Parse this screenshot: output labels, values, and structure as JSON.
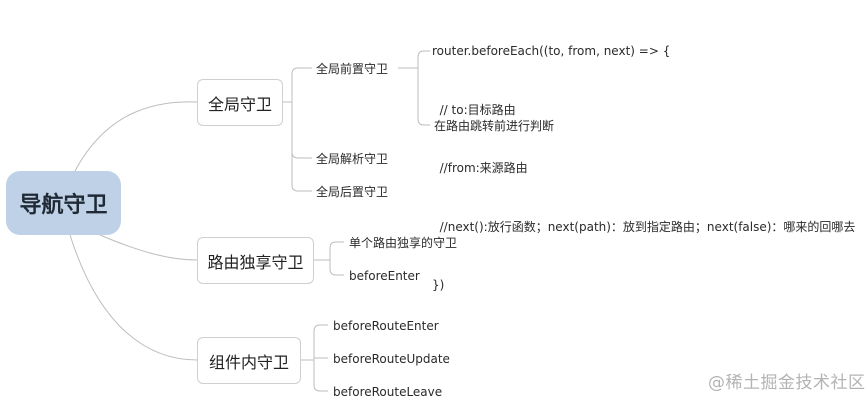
{
  "root": {
    "label": "导航守卫"
  },
  "branches": [
    {
      "label": "全局守卫",
      "children": [
        {
          "label": "全局前置守卫",
          "code_lines": [
            "router.beforeEach((to, from, next) => {",
            "  // to:目标路由",
            "  //from:来源路由",
            "  //next():放行函数；next(path)：放到指定路由；next(false)：哪来的回哪去",
            "})"
          ],
          "note": "在路由跳转前进行判断"
        },
        {
          "label": "全局解析守卫"
        },
        {
          "label": "全局后置守卫"
        }
      ]
    },
    {
      "label": "路由独享守卫",
      "children": [
        {
          "label": "单个路由独享的守卫"
        },
        {
          "label": "beforeEnter"
        }
      ]
    },
    {
      "label": "组件内守卫",
      "children": [
        {
          "label": "beforeRouteEnter"
        },
        {
          "label": "beforeRouteUpdate"
        },
        {
          "label": "beforeRouteLeave"
        }
      ]
    }
  ],
  "watermark": "@稀土掘金技术社区",
  "colors": {
    "root_fill": "#bfd1e6",
    "connector": "#bdbdbd",
    "branch_border": "#cfcfcf"
  }
}
